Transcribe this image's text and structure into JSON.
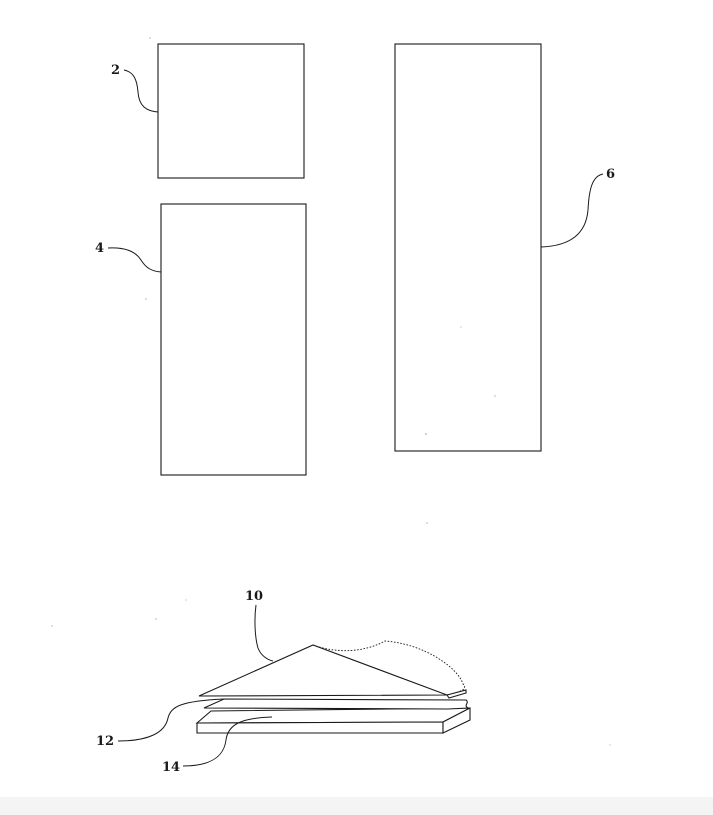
{
  "labels": {
    "ref_2": "2",
    "ref_4": "4",
    "ref_6": "6",
    "ref_10": "10",
    "ref_12": "12",
    "ref_14": "14"
  },
  "colors": {
    "ink": "#1a1a1a",
    "paper": "#ffffff"
  }
}
